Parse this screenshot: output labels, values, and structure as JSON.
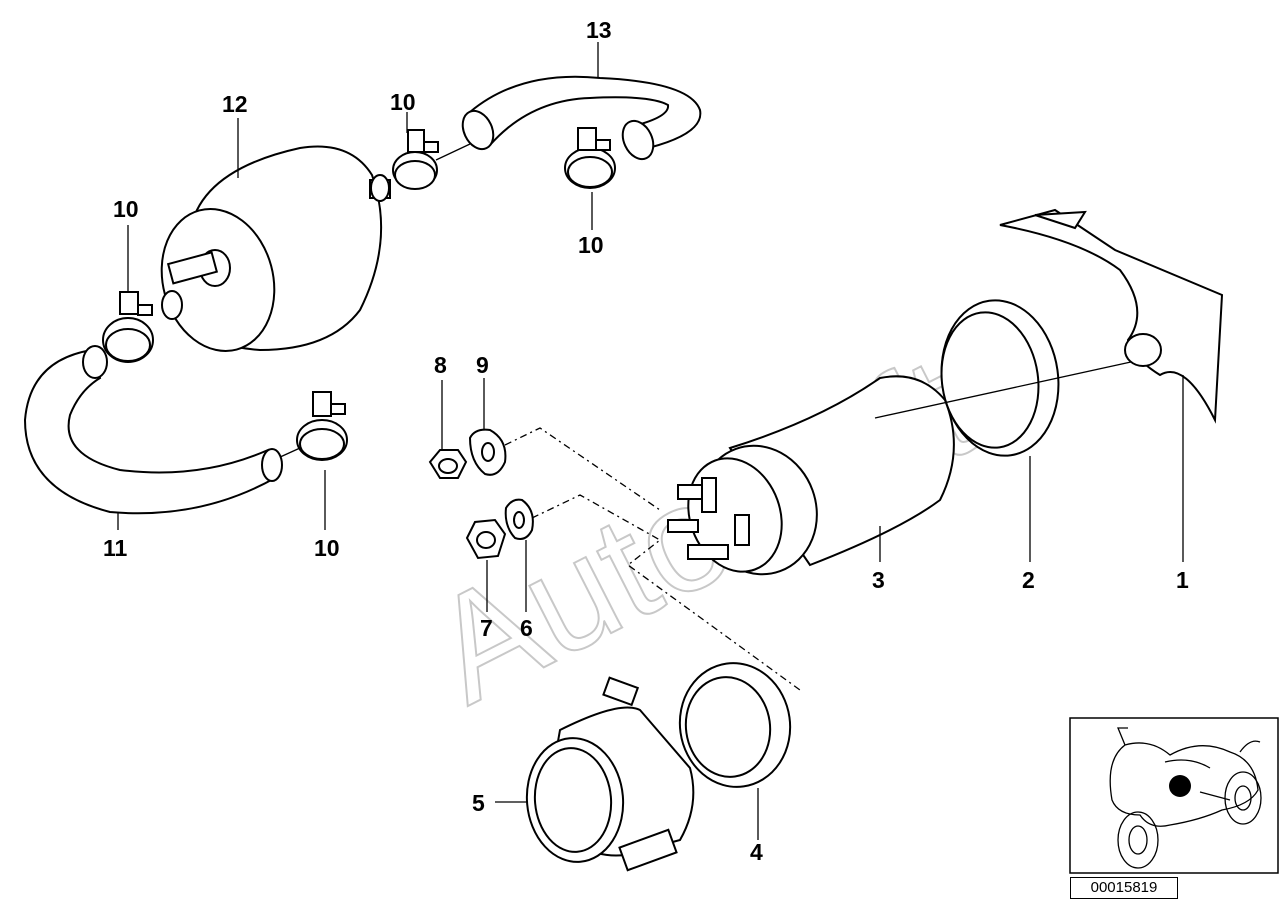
{
  "watermark": "AutoSoft",
  "callouts": [
    {
      "id": "13",
      "text": "13"
    },
    {
      "id": "12",
      "text": "12"
    },
    {
      "id": "10a",
      "text": "10"
    },
    {
      "id": "10b",
      "text": "10"
    },
    {
      "id": "10c",
      "text": "10"
    },
    {
      "id": "10d",
      "text": "10"
    },
    {
      "id": "11",
      "text": "11"
    },
    {
      "id": "8",
      "text": "8"
    },
    {
      "id": "9",
      "text": "9"
    },
    {
      "id": "7",
      "text": "7"
    },
    {
      "id": "6",
      "text": "6"
    },
    {
      "id": "3",
      "text": "3"
    },
    {
      "id": "2",
      "text": "2"
    },
    {
      "id": "1",
      "text": "1"
    },
    {
      "id": "5",
      "text": "5"
    },
    {
      "id": "4",
      "text": "4"
    }
  ],
  "reference_number": "00015819",
  "location_marker_color": "#000000"
}
